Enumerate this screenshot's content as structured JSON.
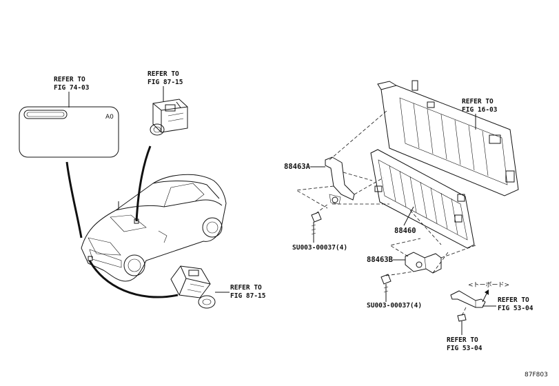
{
  "refs": {
    "label_refer": "REFER TO",
    "label_top_center": "FIG 74-03",
    "sensor_top": "FIG 87-15",
    "radiator_top": "FIG 16-03",
    "sensor_bottom": "FIG 87-15",
    "bracket_right": "FIG 53-04",
    "bolt_bottom": "FIG 53-04"
  },
  "label_plate": {
    "code": "A0"
  },
  "parts": {
    "bracket_a": "88463A",
    "bracket_b": "88463B",
    "condenser": "88460",
    "bolt_1": "SU003-00037(4)",
    "bolt_2": "SU003-00037(4)"
  },
  "direction_note": "<トーボード>",
  "figure_id": "87F803"
}
